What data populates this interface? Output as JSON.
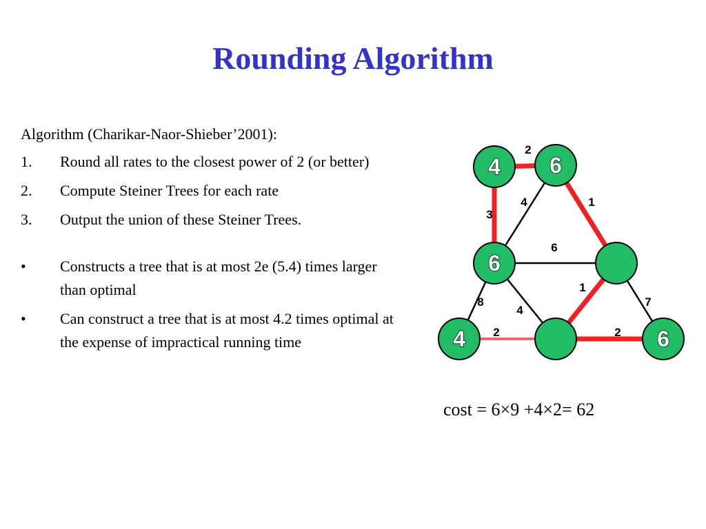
{
  "slide": {
    "title": "Rounding Algorithm",
    "intro": "Algorithm (Charikar-Naor-Shieber’2001):",
    "steps": [
      {
        "marker": "1.",
        "text": "Round all rates to the closest power of 2 (or better)"
      },
      {
        "marker": "2.",
        "text": "Compute Steiner Trees for each rate"
      },
      {
        "marker": "3.",
        "text": "Output the union of these Steiner Trees."
      }
    ],
    "bullets": [
      {
        "marker": "•",
        "text": "Constructs a tree that is at most 2e (5.4) times larger than optimal"
      },
      {
        "marker": "•",
        "text": "Can construct a tree that is at most 4.2 times optimal at the expense of impractical running time"
      }
    ],
    "cost": "cost = 6×9 +4×2= 62"
  },
  "graph": {
    "colors": {
      "node_fill": "#22bb66",
      "node_stroke": "#000000",
      "tree_edge": "#ee2222",
      "faded_edge": "#ee6666",
      "plain_edge": "#000000"
    },
    "nodes": [
      {
        "id": "top-left",
        "label": "4"
      },
      {
        "id": "top-right",
        "label": "6"
      },
      {
        "id": "mid-left",
        "label": "6"
      },
      {
        "id": "mid-right",
        "label": ""
      },
      {
        "id": "bottom-left",
        "label": "4"
      },
      {
        "id": "bottom-middle",
        "label": ""
      },
      {
        "id": "bottom-right",
        "label": "6"
      }
    ],
    "edges": [
      {
        "from": "top-left",
        "to": "top-right",
        "weight": "2",
        "style": "tree"
      },
      {
        "from": "top-left",
        "to": "mid-left",
        "weight": "3",
        "style": "tree"
      },
      {
        "from": "top-right",
        "to": "mid-left",
        "weight": "4",
        "style": "plain"
      },
      {
        "from": "top-right",
        "to": "mid-right",
        "weight": "1",
        "style": "tree"
      },
      {
        "from": "mid-left",
        "to": "mid-right",
        "weight": "6",
        "style": "plain"
      },
      {
        "from": "mid-left",
        "to": "bottom-left",
        "weight": "8",
        "style": "plain"
      },
      {
        "from": "mid-left",
        "to": "bottom-middle",
        "weight": "4",
        "style": "plain"
      },
      {
        "from": "mid-right",
        "to": "bottom-middle",
        "weight": "1",
        "style": "tree"
      },
      {
        "from": "mid-right",
        "to": "bottom-right",
        "weight": "7",
        "style": "plain"
      },
      {
        "from": "bottom-left",
        "to": "bottom-middle",
        "weight": "2",
        "style": "faded"
      },
      {
        "from": "bottom-middle",
        "to": "bottom-right",
        "weight": "2",
        "style": "tree"
      }
    ]
  }
}
